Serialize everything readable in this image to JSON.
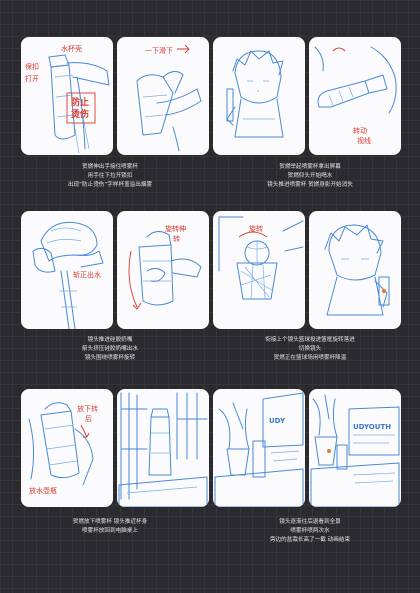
{
  "panels": [
    {
      "id": 1,
      "notes": [
        "水杯壳",
        "保扣",
        "打开"
      ]
    },
    {
      "id": 2,
      "notes": [
        "一下滑下"
      ]
    },
    {
      "id": 3,
      "notes": []
    },
    {
      "id": 4,
      "notes": [
        "转动",
        "视线"
      ]
    },
    {
      "id": 5,
      "notes": []
    },
    {
      "id": 6,
      "notes": [
        "旋转伸",
        "转"
      ]
    },
    {
      "id": 7,
      "notes": [
        "旋转"
      ]
    },
    {
      "id": 8,
      "notes": []
    },
    {
      "id": 9,
      "notes": [
        "放下转",
        "后"
      ]
    },
    {
      "id": 10,
      "notes": []
    },
    {
      "id": 11,
      "notes": [
        "UDY"
      ]
    },
    {
      "id": 12,
      "notes": [
        "UDYOUTH"
      ]
    }
  ],
  "sticker_text": "防止烫伤",
  "splash_note": "斩正出水",
  "bottom_note": "放水壶瓶",
  "captions": [
    [
      "贺燃伸出手接住喷雾杯",
      "用手往下拉开锁扣",
      "出现“防止烫伤”字样杯盖溢出烟雾"
    ],
    [
      "贺燃举起喷雾杯拿出屏幕",
      "贺燃仰头开始喝水",
      "镜头推进喷雾杯 贺燃身影开始消失"
    ],
    [
      "镜头推进硅胶奶嘴",
      "箭头挤压硅胶奶嘴出水",
      "镜头围绕喷雾杯旋转"
    ],
    [
      "衔接上个镜头篮球投进篮框旋转落进",
      "切换镜头",
      "贺燃正在篮球场用喷雾杯降温"
    ],
    [
      "贺燃放下喷雾杯 镜头推近杯身",
      "喷雾杯放回到电脑桌上"
    ],
    [
      "镜头逐渐往后退看到全景",
      "喷雾杯喷两次水",
      "旁边的盆栽长高了一截 动画结束"
    ]
  ]
}
